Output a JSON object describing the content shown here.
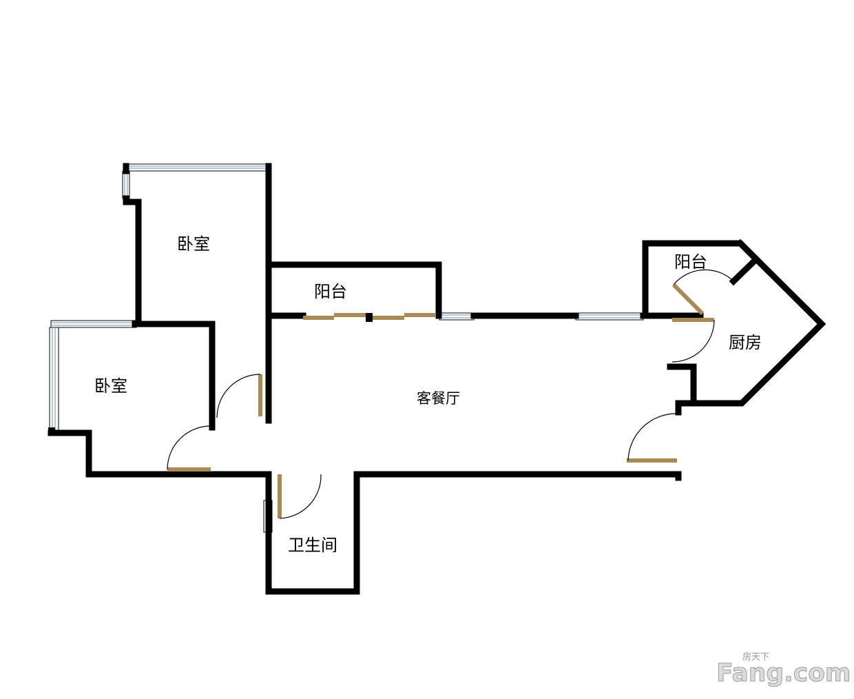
{
  "rooms": {
    "bedroom_top": "卧室",
    "bedroom_left": "卧室",
    "balcony_middle": "阳台",
    "balcony_right": "阳台",
    "kitchen": "厨房",
    "living_dining": "客餐厅",
    "bathroom": "卫生间"
  },
  "watermark": {
    "brand": "Fang.com",
    "tagline": "房天下"
  },
  "colors": {
    "wall": "#000000",
    "door": "#a88a57",
    "window": "#6a8fb0"
  }
}
